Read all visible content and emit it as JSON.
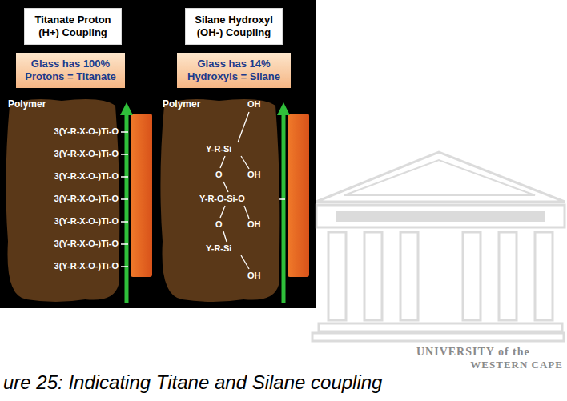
{
  "diagram": {
    "caption": "ure 25: Indicating Titane and Silane coupling",
    "nodes": [
      {
        "text": [
          "Titanate Proton (H+) Coupling"
        ]
      },
      {
        "text": [
          "Glass has 100% Protons = Titanate"
        ]
      },
      {
        "text": [
          "Polymer",
          "3(Y-R-X-O-)Ti-O",
          "3(Y-R-X-O-)Ti-O",
          "3(Y-R-X-O-)Ti-O",
          "3(Y-R-X-O-)Ti-O",
          "3(Y-R-X-O-)Ti-O",
          "3(Y-R-X-O-)Ti-O",
          "3(Y-R-X-O-)Ti-O"
        ]
      },
      {
        "text": [
          "Silane Hydroxyl (OH-) Coupling"
        ]
      },
      {
        "text": [
          "Glass has 14% Hydroxyls = Silane"
        ]
      },
      {
        "text": [
          "Polymer",
          "OH",
          "Y-R-Si",
          "O",
          "OH",
          "Y-R-O-Si-O",
          "O",
          "OH",
          "Y-R-Si",
          "OH"
        ]
      }
    ],
    "labels": [
      "UNIVERSITY of the",
      "WESTERN CAPE"
    ]
  }
}
